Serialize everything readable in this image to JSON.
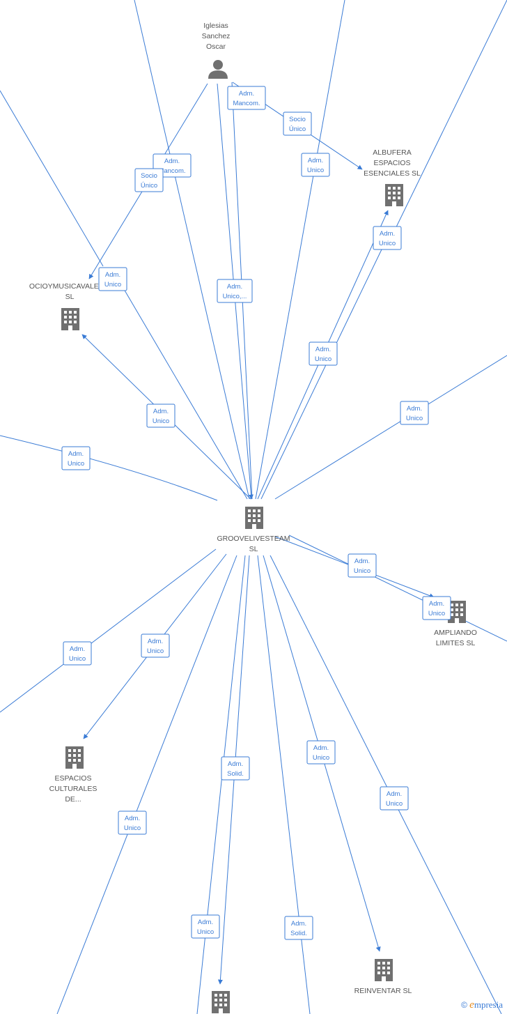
{
  "nodes": [
    {
      "id": "person",
      "type": "person",
      "label": [
        "Iglesias",
        "Sanchez",
        "Oscar"
      ]
    },
    {
      "id": "groove",
      "type": "company",
      "label": [
        "GROOVELIVESTEAM",
        "SL"
      ]
    },
    {
      "id": "albufera",
      "type": "company",
      "label": [
        "ALBUFERA",
        "ESPACIOS",
        "ESENCIALES  SL"
      ]
    },
    {
      "id": "ocio",
      "type": "company",
      "label": [
        "OCIOYMUSICAVALEN...",
        "SL"
      ]
    },
    {
      "id": "ampliando",
      "type": "company",
      "label": [
        "AMPLIANDO",
        "LIMITES  SL"
      ]
    },
    {
      "id": "espacios",
      "type": "company",
      "label": [
        "ESPACIOS",
        "CULTURALES",
        "DE..."
      ]
    },
    {
      "id": "reinventar",
      "type": "company",
      "label": [
        "REINVENTAR SL"
      ]
    },
    {
      "id": "bottom",
      "type": "company",
      "label": []
    }
  ],
  "edges": [
    {
      "label": [
        "Adm.",
        "Mancom."
      ]
    },
    {
      "label": [
        "Socio",
        "Único"
      ]
    },
    {
      "label": [
        "Adm.",
        "Mancom."
      ]
    },
    {
      "label": [
        "Socio",
        "Único"
      ]
    },
    {
      "label": [
        "Adm.",
        "Unico"
      ]
    },
    {
      "label": [
        "Adm.",
        "Unico,..."
      ]
    },
    {
      "label": [
        "Adm.",
        "Unico"
      ]
    },
    {
      "label": [
        "Adm.",
        "Unico"
      ]
    },
    {
      "label": [
        "Adm.",
        "Unico"
      ]
    },
    {
      "label": [
        "Adm.",
        "Unico"
      ]
    },
    {
      "label": [
        "Adm.",
        "Unico"
      ]
    },
    {
      "label": [
        "Adm.",
        "Unico"
      ]
    },
    {
      "label": [
        "Adm.",
        "Unico"
      ]
    },
    {
      "label": [
        "Adm.",
        "Unico"
      ]
    },
    {
      "label": [
        "Adm.",
        "Unico"
      ]
    },
    {
      "label": [
        "Adm.",
        "Unico"
      ]
    },
    {
      "label": [
        "Adm.",
        "Solid."
      ]
    },
    {
      "label": [
        "Adm.",
        "Unico"
      ]
    },
    {
      "label": [
        "Adm.",
        "Unico"
      ]
    },
    {
      "label": [
        "Adm.",
        "Unico"
      ]
    },
    {
      "label": [
        "Adm.",
        "Unico"
      ]
    },
    {
      "label": [
        "Adm.",
        "Solid."
      ]
    }
  ],
  "watermark": {
    "copyright": "©",
    "brand_initial": "e",
    "brand_rest": "mpresia"
  }
}
